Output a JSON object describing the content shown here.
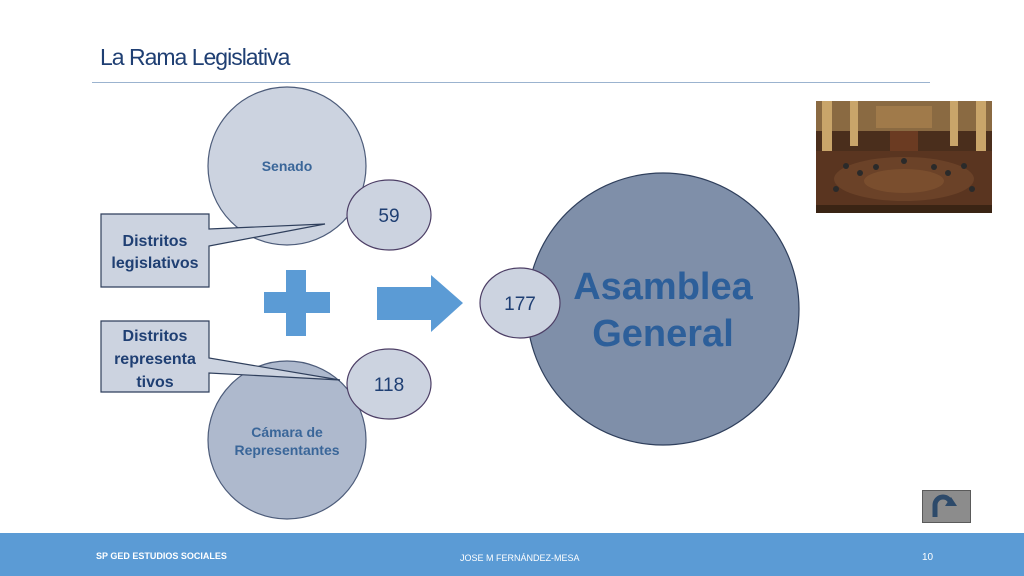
{
  "title": "La Rama Legislativa",
  "diagram": {
    "senate_label": "Senado",
    "house_label_line1": "Cámara de",
    "house_label_line2": "Representantes",
    "assembly_line1": "Asamblea",
    "assembly_line2": "General",
    "senate_count": "59",
    "house_count": "118",
    "assembly_count": "177",
    "callout1_line1": "Distritos",
    "callout1_line2": "legislativos",
    "callout2_line1": "Distritos",
    "callout2_line2": "representa",
    "callout2_line3": "tivos"
  },
  "colors": {
    "title": "#1f3f73",
    "small_circles": "#ccd3e0",
    "assembly_circle": "#7f8fa9",
    "plus": "#5b9bd5",
    "arrow": "#5b9bd5",
    "footer": "#5b9bd5"
  },
  "footer": {
    "left": "SP GED ESTUDIOS SOCIALES",
    "center": "JOSE M FERNÁNDEZ-MESA",
    "page": "10"
  },
  "icons": {
    "back": "u-turn-arrow-icon",
    "photo": "legislative-chamber-photo"
  }
}
